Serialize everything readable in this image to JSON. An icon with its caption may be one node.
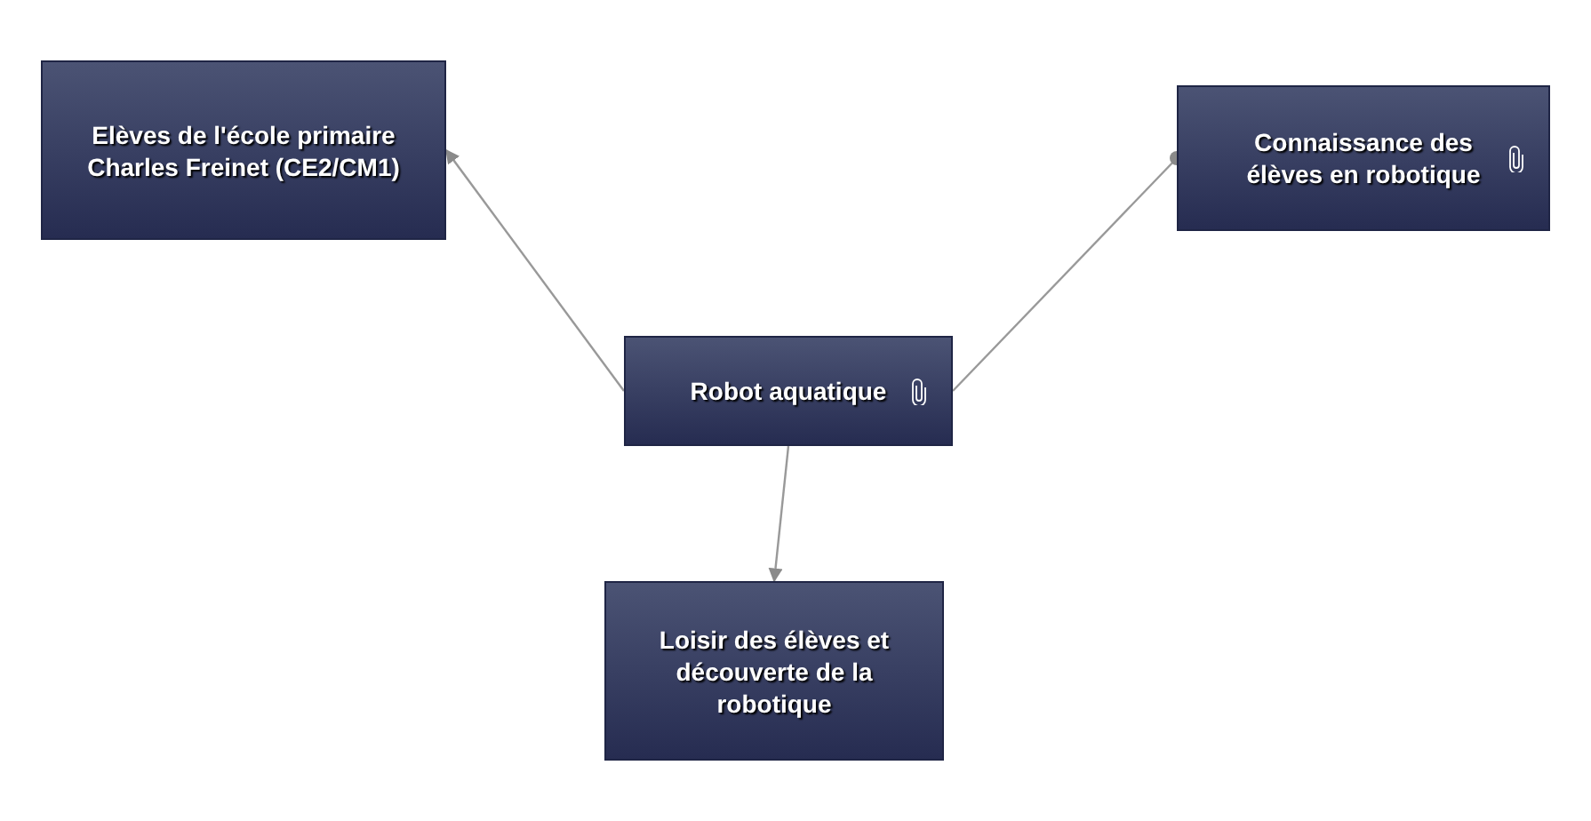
{
  "diagram": {
    "nodes": [
      {
        "text": [
          "Elèves de l'école primaire Charles Freinet (CE2/CM1)"
        ]
      },
      {
        "text": [
          "Connaissance des élèves en robotique"
        ]
      },
      {
        "text": [
          "Robot aquatique"
        ]
      },
      {
        "text": [
          "Loisir des élèves et découverte de la robotique"
        ]
      }
    ],
    "edges": [
      {
        "from": 2,
        "to": 0,
        "arrow": "to"
      },
      {
        "from": 1,
        "to": 2,
        "arrow": "other"
      },
      {
        "from": 2,
        "to": 3,
        "arrow": "to"
      }
    ]
  }
}
